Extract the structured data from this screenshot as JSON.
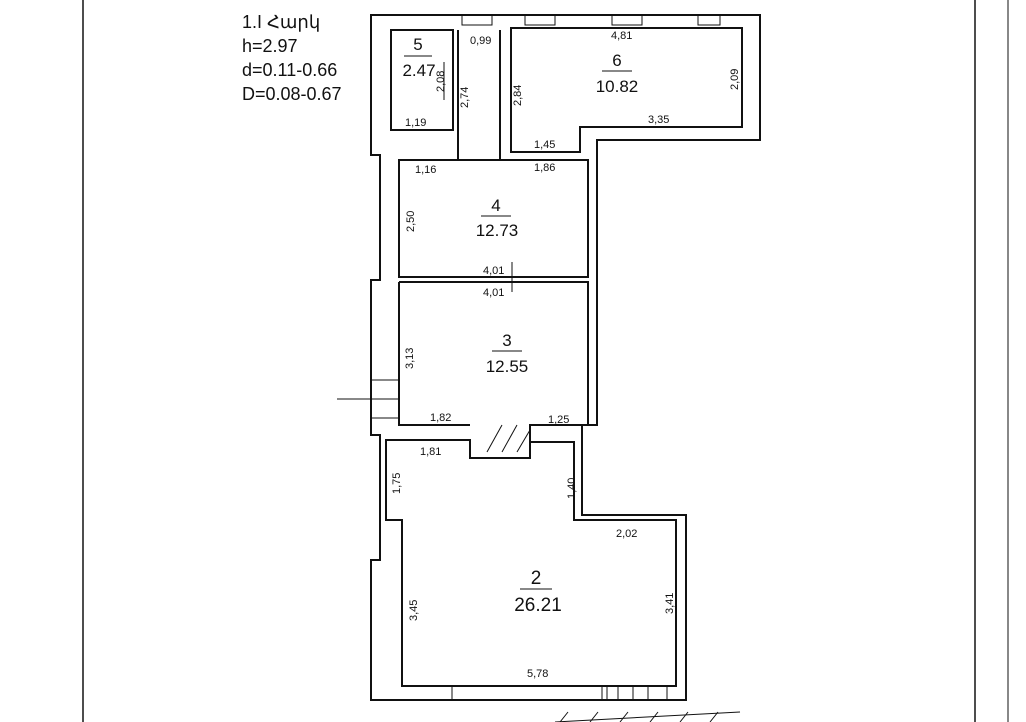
{
  "header": {
    "floor": "1.I Հարկ",
    "height": "h=2.97",
    "d": "d=0.11-0.66",
    "D": "D=0.08-0.67"
  },
  "rooms": [
    {
      "id": "2",
      "number": "2",
      "area": "26.21"
    },
    {
      "id": "3",
      "number": "3",
      "area": "12.55"
    },
    {
      "id": "4",
      "number": "4",
      "area": "12.73"
    },
    {
      "id": "5",
      "number": "5",
      "area": "2.47"
    },
    {
      "id": "6",
      "number": "6",
      "area": "10.82"
    }
  ],
  "dimensions": {
    "r5_top": "0,99",
    "r5_w": "1,19",
    "r5_h1": "2,08",
    "r5_h2": "2,74",
    "r6_top": "4,81",
    "r6_left": "2,84",
    "r6_right": "2,09",
    "r6_bottom": "3,35",
    "r6_step": "1,45",
    "r4_step": "1,86",
    "r4_top": "1,16",
    "r4_left": "2,50",
    "r4_bottom": "4,01",
    "r3_top": "4,01",
    "r3_left": "3,13",
    "r3_bl": "1,82",
    "r3_br": "1,25",
    "r2_tl": "1,81",
    "r2_left1": "1,75",
    "r2_step": "1,40",
    "r2_mid": "2,02",
    "r2_left2": "3,45",
    "r2_right": "3,41",
    "r2_bottom": "5,78"
  }
}
